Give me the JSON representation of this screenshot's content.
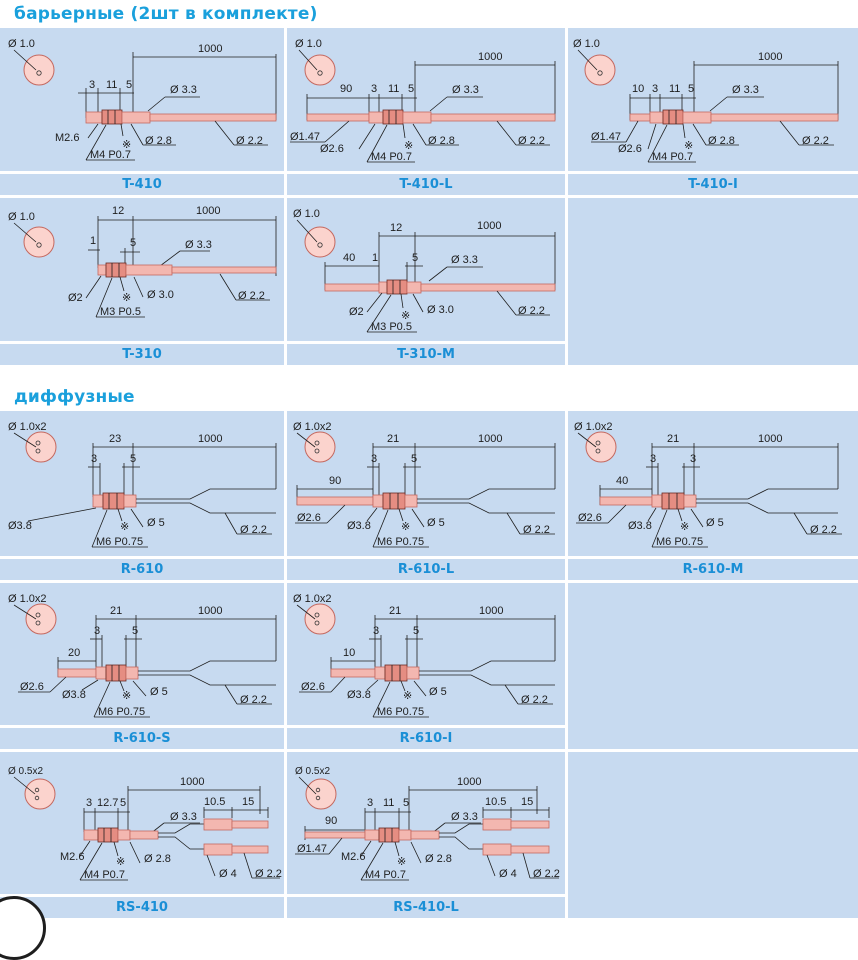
{
  "sections": {
    "barrier": "барьерные (2шт в комплекте)",
    "diffuse": "диффузные"
  },
  "models": {
    "t410": "T-410",
    "t410l": "T-410-L",
    "t410i": "T-410-I",
    "t310": "T-310",
    "t310m": "T-310-M",
    "r610": "R-610",
    "r610l": "R-610-L",
    "r610m": "R-610-M",
    "r610s": "R-610-S",
    "r610i": "R-610-I",
    "rs410": "RS-410",
    "rs410l": "RS-410-L"
  },
  "dims": {
    "d10": "Ø 1.0",
    "d10x2": "Ø 1.0x2",
    "d05x2": "Ø 0.5x2",
    "len1000": "1000",
    "d33": "Ø 3.3",
    "d28": "Ø 2.8",
    "d22": "Ø 2.2",
    "d30": "Ø 3.0",
    "d2": "Ø2",
    "d26": "Ø2.6",
    "d147": "Ø1.47",
    "d38": "Ø3.8",
    "d5": "Ø 5",
    "d4": "Ø 4",
    "m26": "M2.6",
    "m4": "M4 P0.7",
    "m3": "M3 P0.5",
    "m6": "M6 P0.75",
    "n3": "3",
    "n11": "11",
    "n5": "5",
    "n90": "90",
    "n10": "10",
    "n12": "12",
    "n1": "1",
    "n40": "40",
    "n23": "23",
    "n21": "21",
    "n20": "20",
    "n127": "12.7",
    "n105": "10.5",
    "n15": "15",
    "mark": "※"
  }
}
